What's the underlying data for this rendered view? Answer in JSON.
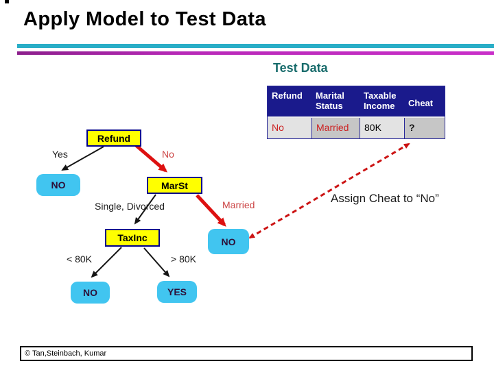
{
  "slide": {
    "title": "Apply Model to Test Data",
    "section_label": "Test Data",
    "annotation": "Assign Cheat to “No”",
    "footer": "© Tan,Steinbach, Kumar"
  },
  "test_table": {
    "headers": [
      "Refund",
      "Marital\nStatus",
      "Taxable\nIncome",
      "Cheat"
    ],
    "row": [
      "No",
      "Married",
      "80K",
      "?"
    ]
  },
  "tree": {
    "root_label": "Refund",
    "yes_branch_label": "Yes",
    "no_branch_label": "No",
    "leaf_refund_yes": "NO",
    "marst_label": "MarSt",
    "single_divorced_label": "Single, Divorced",
    "married_label": "Married",
    "leaf_married": "NO",
    "taxinc_label": "TaxInc",
    "lt_80k_label": "< 80K",
    "gt_80k_label": "> 80K",
    "leaf_lt_80k": "NO",
    "leaf_gt_80k": "YES"
  },
  "colors": {
    "divider_cyan": "#29AEC7",
    "divider_magenta": "#B829B8",
    "section_label_teal": "#176B6B",
    "table_header_bg": "#1A1A8C",
    "cell_light_gray": "#E3E3E3",
    "cell_dark_gray": "#C6C6C6",
    "cell_red_text": "#CC2222",
    "decision_node_fill": "#FFFF00",
    "decision_node_border": "#00008B",
    "leaf_node_fill": "#41C5F0",
    "highlight_path_red": "#DD1111",
    "dashed_arrow_red": "#CC1414"
  }
}
